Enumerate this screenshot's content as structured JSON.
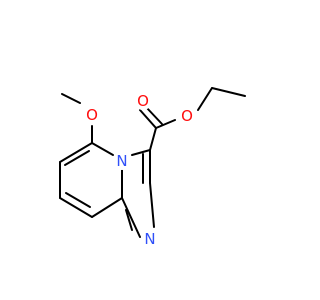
{
  "molecule": {
    "atom_labels": {
      "methoxy_oxygen": "O",
      "carbonyl_oxygen": "O",
      "ester_oxygen": "O",
      "bridgehead_nitrogen": "N",
      "imidazole_nitrogen": "N"
    },
    "colors": {
      "bond": "#000000",
      "oxygen": "#ff0d0d",
      "nitrogen": "#3050f8",
      "background": "#ffffff"
    }
  }
}
